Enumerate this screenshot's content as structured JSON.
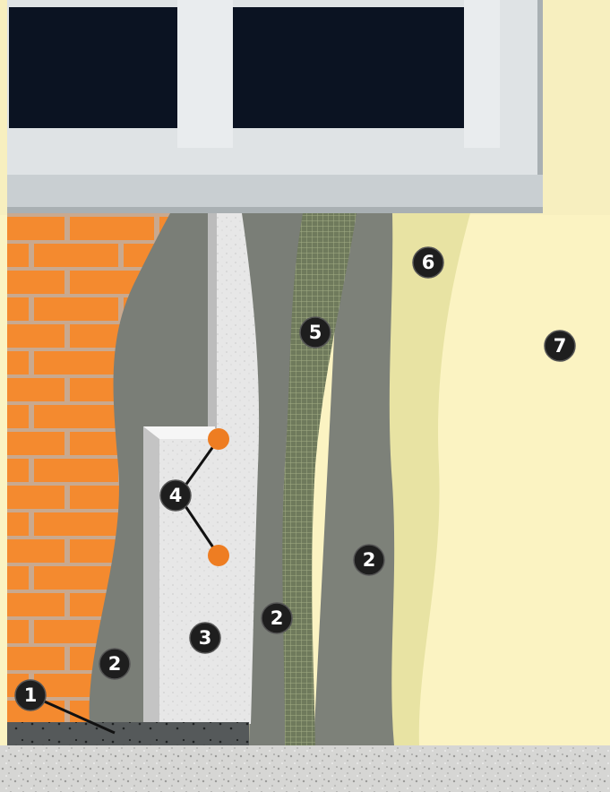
{
  "diagram": {
    "markers": [
      {
        "id": "m1",
        "label": "1"
      },
      {
        "id": "m2a",
        "label": "2"
      },
      {
        "id": "m2b",
        "label": "2"
      },
      {
        "id": "m2c",
        "label": "2"
      },
      {
        "id": "m3",
        "label": "3"
      },
      {
        "id": "m4",
        "label": "4"
      },
      {
        "id": "m5",
        "label": "5"
      },
      {
        "id": "m6",
        "label": "6"
      },
      {
        "id": "m7",
        "label": "7"
      }
    ],
    "colors": {
      "brick": "#f48a2f",
      "mortar": "#c9a98f",
      "adhesive": "#7a7e77",
      "insulation": "#e6e6e6",
      "mesh": "#7d8866",
      "primer": "#e8e3a3",
      "finish": "#fbf3c2",
      "window_frame": "#dfe3e5",
      "glass": "#0b1322",
      "ground": "#d8d8d8",
      "marker": "#1e1e1e",
      "dowel": "#ee7d22"
    }
  }
}
